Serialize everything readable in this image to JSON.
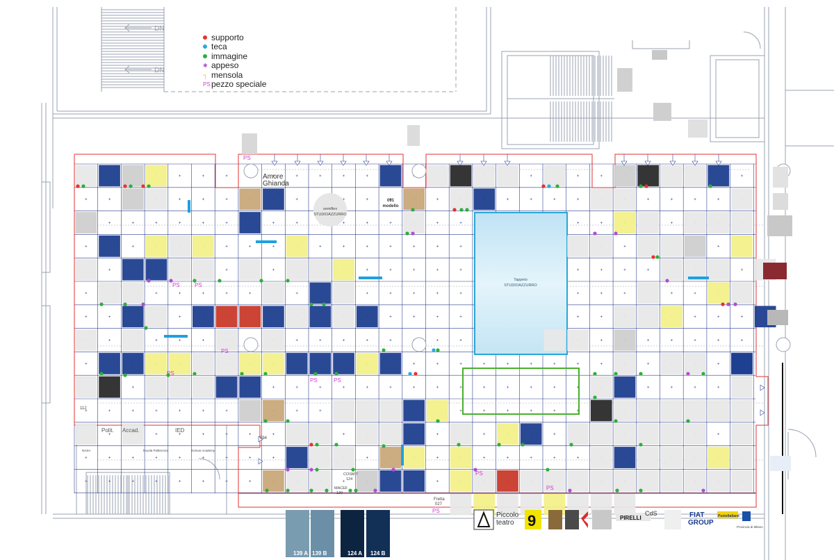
{
  "legend": {
    "items": [
      {
        "label": "supporto",
        "marker": "dot",
        "color": "#e8312b"
      },
      {
        "label": "teca",
        "marker": "dot",
        "color": "#29a9e0"
      },
      {
        "label": "immagine",
        "marker": "dot",
        "color": "#2cae3c"
      },
      {
        "label": "appeso",
        "marker": "star",
        "color": "#b04cd6"
      },
      {
        "label": "mensola",
        "marker": "bracket",
        "color": "#e8c52b"
      },
      {
        "label": "pezzo speciale",
        "marker": "text",
        "marker_text": "PS",
        "color": "#d63ad6"
      }
    ]
  },
  "stairs": {
    "dn_label": "DN"
  },
  "labels": {
    "amore_ghianda_1": "Amore",
    "amore_ghianda_2": "Ghianda",
    "semiflex_1": "semiflex",
    "semiflex_2": "STUDIOAZZURRO",
    "modello_1": "091",
    "modello_2": "modello",
    "tappeto_1": "Tappeto",
    "tappeto_2": "STUDIOAZZURRO",
    "polit": "Polit.",
    "accad": "Accad.",
    "ied": "IED",
    "scuola": "Scuola Politecnica",
    "domus": "Domus Academy",
    "nasa": "NASA",
    "piccolo_1": "Piccolo",
    "piccolo_2": "teatro",
    "cds": "CdS",
    "pirelli": "PIRELLI",
    "fiat": "FIAT",
    "group": "GROUP",
    "poste": "PosteItaliane",
    "provincia": "Provincia di Milano",
    "cosmit": "COSMIT",
    "macef": "MACEF",
    "fretta": "Fretta",
    "n124": "124",
    "n139": "139",
    "n027": "027",
    "n112": "112",
    "n094": "094",
    "p139a": "139 A",
    "p139b": "139 B",
    "p124a": "124 A",
    "p124b": "124 B",
    "ps": "PS"
  },
  "colors": {
    "wall": "#9aa0b0",
    "grid": "#2f3f8f",
    "exhibit_border": "#e23030",
    "carpet_fill": "#cfe9f5",
    "carpet_border": "#2aa6d6",
    "green_border": "#47b02a",
    "highlight_blue": "#1ea0e0",
    "thumb_blue": "#1f3f8f",
    "thumb_yellow": "#f2f08a"
  }
}
